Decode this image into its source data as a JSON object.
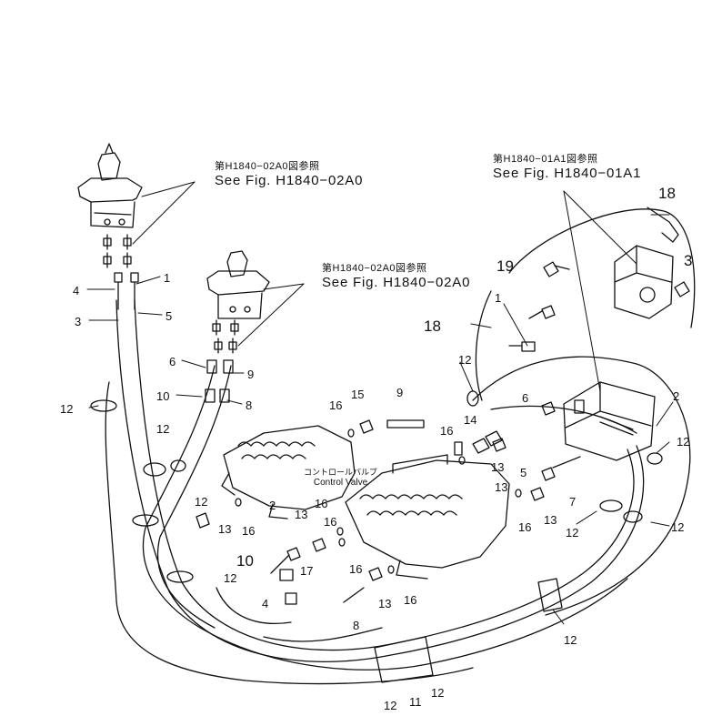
{
  "callouts": {
    "top_left": {
      "jp": "第H1840−02A0図参照",
      "en": "See Fig. H1840−02A0"
    },
    "mid_left": {
      "jp": "第H1840−02A0図参照",
      "en": "See Fig. H1840−02A0"
    },
    "top_right": {
      "jp": "第H1840−01A1図参照",
      "en": "See Fig. H1840−01A1"
    }
  },
  "control_valve": {
    "jp": "コントロールバルブ",
    "en": "Control Valve"
  },
  "part_numbers": [
    "1",
    "2",
    "3",
    "4",
    "5",
    "6",
    "7",
    "8",
    "9",
    "10",
    "11",
    "12",
    "13",
    "14",
    "15",
    "16",
    "17",
    "18",
    "19"
  ],
  "colors": {
    "ink": "#111111",
    "paper": "#ffffff"
  }
}
